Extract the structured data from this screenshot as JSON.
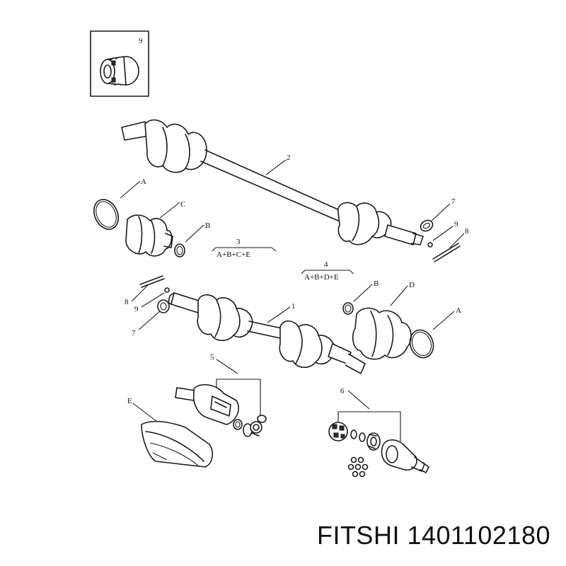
{
  "callouts": {
    "p9_box": "9",
    "p2": "2",
    "pA_top": "A",
    "pC": "C",
    "pB_top": "B",
    "p3": "3",
    "p3_formula": "A+B+C+E",
    "p7_top": "7",
    "p9_top": "9",
    "p8_top": "8",
    "p4": "4",
    "p4_formula": "A+B+D+E",
    "p8_left": "8",
    "p9_left": "9",
    "p7_left": "7",
    "p1": "1",
    "pB_right": "B",
    "pD": "D",
    "pA_right": "A",
    "p5": "5",
    "pE": "E",
    "p6": "6"
  },
  "caption": "FITSHI 1401102180"
}
